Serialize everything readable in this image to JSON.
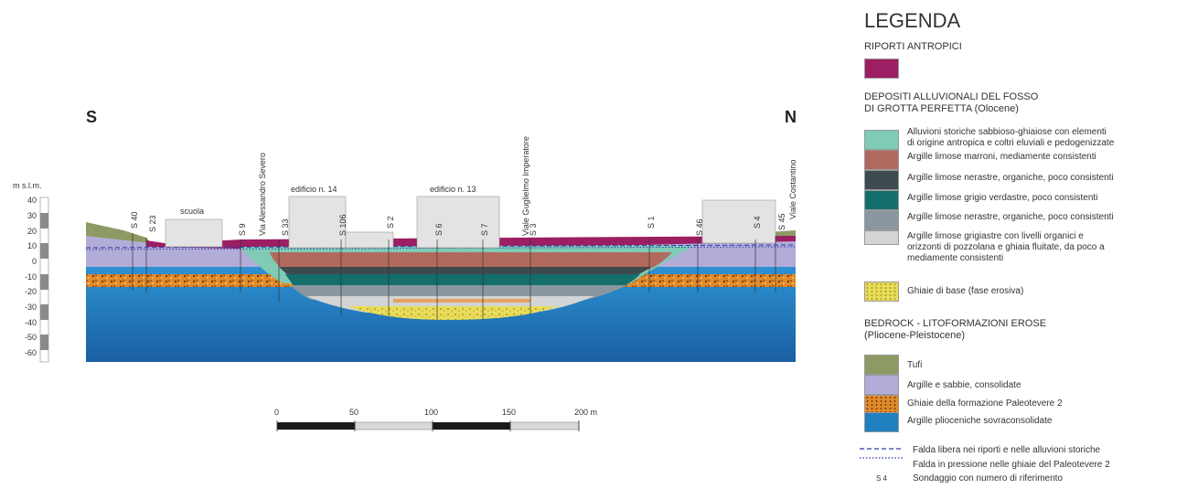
{
  "section": {
    "dir_left": "S",
    "dir_right": "N",
    "axis_label": "m s.l.m.",
    "elevations": [
      "40",
      "30",
      "20",
      "10",
      "0",
      "-10",
      "-20",
      "-30",
      "-40",
      "-50",
      "-60"
    ],
    "buildings": {
      "scuola": "scuola",
      "edificio14": "edificio n. 14",
      "edificio13": "edificio n. 13"
    },
    "streets": {
      "severo": "Via Alessandro Severo",
      "guglielmo": "Viale Guglielmo Imperatore",
      "costantino": "Viale Costantino"
    },
    "boreholes": [
      "S 40",
      "S 23",
      "S 9",
      "S 33",
      "S 106",
      "S 2",
      "S 6",
      "S 7",
      "S 3",
      "S 1",
      "S 46",
      "S 4",
      "S 45"
    ]
  },
  "scale_bar": {
    "ticks": [
      "0",
      "50",
      "100",
      "150",
      "200 m"
    ]
  },
  "legend": {
    "title": "LEGENDA",
    "riporti_heading": "RIPORTI ANTROPICI",
    "depositi_heading_1": "DEPOSITI ALLUVIONALI DEL FOSSO",
    "depositi_heading_2": "DI GROTTA PERFETTA (Olocene)",
    "alluvioni_1": "Alluvioni storiche sabbioso-ghiaiose con elementi",
    "alluvioni_2": "di origine antropica e coltri eluviali e pedogenizzate",
    "marroni": "Argille limose marroni, mediamente consistenti",
    "nerastre_1": "Argille limose nerastre, organiche, poco consistenti",
    "verdastre": "Argille limose grigio verdastre, poco consistenti",
    "nerastre_2": "Argille limose nerastre, organiche, poco consistenti",
    "grigiastre_1": "Argille limose grigiastre con livelli organici e",
    "grigiastre_2": "orizzonti di pozzolana e ghiaia fluitate, da poco a",
    "grigiastre_3": "mediamente consistenti",
    "ghiaie_base": "Ghiaie di base (fase erosiva)",
    "bedrock_heading_1": "BEDROCK - LITOFORMAZIONI EROSE",
    "bedrock_heading_2": "(Pliocene-Pleistocene)",
    "tufi": "Tufi",
    "argille_sabbie": "Argille e sabbie, consolidate",
    "ghiaie_paleotevere": "Ghiaie della formazione Paleotevere 2",
    "argille_plioceniche": "Argille plioceniche sovraconsolidate",
    "falda_libera": "Falda libera nei riporti e nelle alluvioni storiche",
    "falda_pressione": "Falda in pressione nelle ghiaie del Paleotevere 2",
    "sondaggio_symbol": "S 4",
    "sondaggio": "Sondaggio con numero di riferimento"
  },
  "colors": {
    "riporti": "#9c1e63",
    "alluvioni": "#7fcbb5",
    "marroni": "#b2695d",
    "nerastre": "#3d4a4e",
    "verdastre": "#146e6c",
    "nerastre2": "#8a97a0",
    "grigiastre": "#d2d4d5",
    "ghiaie_base": "#e8dc5a",
    "tufi": "#8e9a63",
    "argille_sabbie": "#b2acd8",
    "paleotevere": "#e08a2a",
    "plioceniche": "#1f7fbf"
  }
}
